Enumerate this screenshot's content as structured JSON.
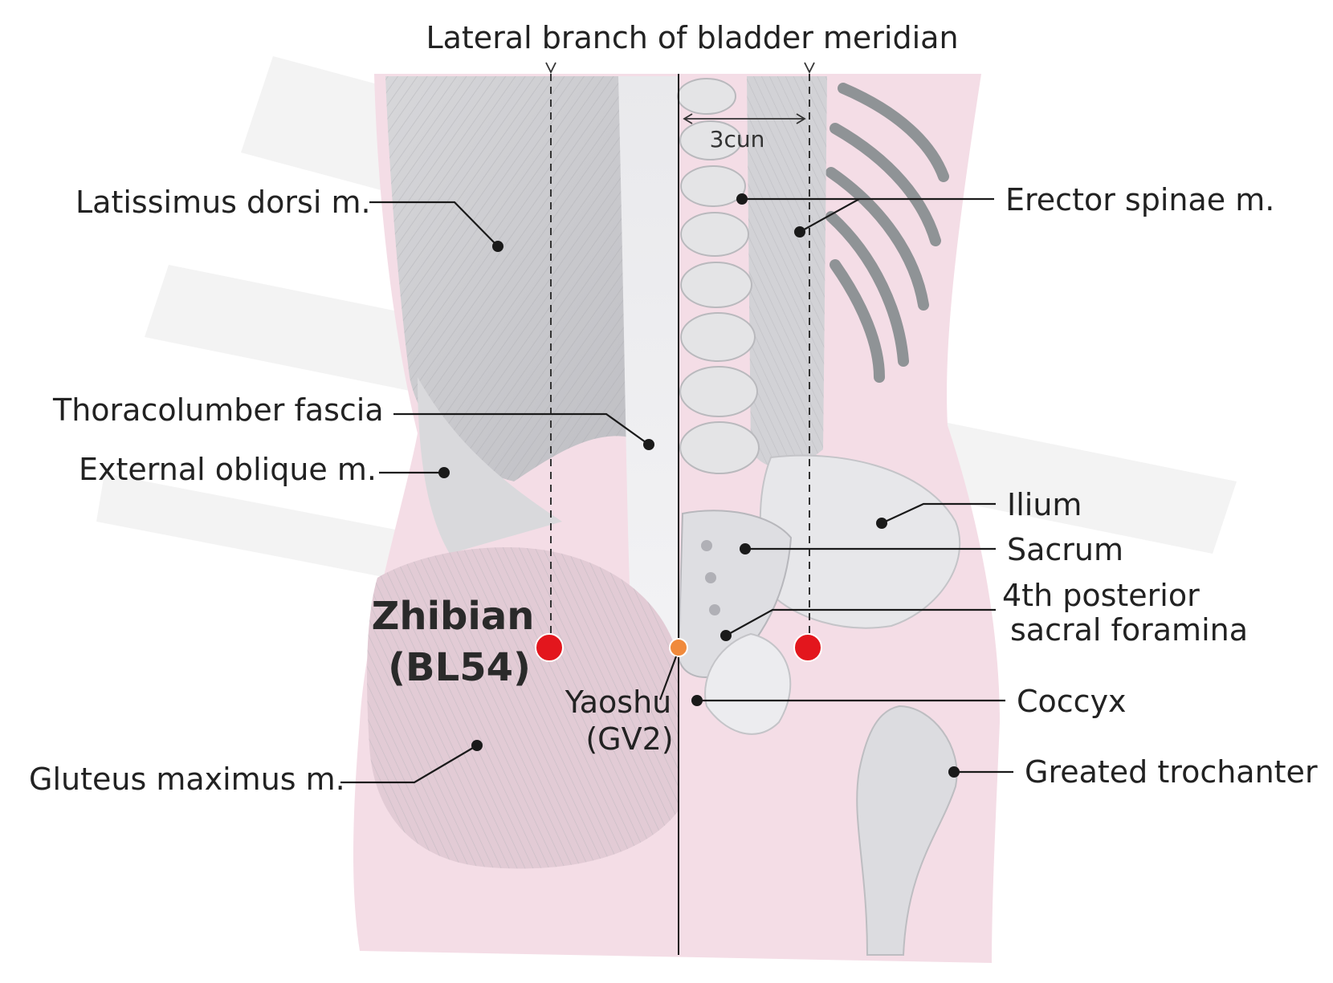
{
  "diagram": {
    "top_label": "Lateral branch of bladder meridian",
    "measure_label": "3cun",
    "acupoint": {
      "name": "Zhibian",
      "code": "(BL54)",
      "color": "#e3161d"
    },
    "secondary_point": {
      "name": "Yaoshu",
      "code": "(GV2)",
      "color": "#f08a3c"
    },
    "labels_left": [
      "Latissimus dorsi m.",
      "Thoracolumber fascia",
      "External oblique m.",
      "Gluteus maximus m."
    ],
    "labels_right": [
      "Erector spinae m.",
      "Ilium",
      "Sacrum",
      "4th posterior",
      "sacral foramina",
      "Coccyx",
      "Greated trochanter"
    ],
    "colors": {
      "skin": "#f2d9e2",
      "muscle": "#c9c9cc",
      "bone": "#e6e6e8",
      "leader": "#1a1a1a"
    }
  }
}
